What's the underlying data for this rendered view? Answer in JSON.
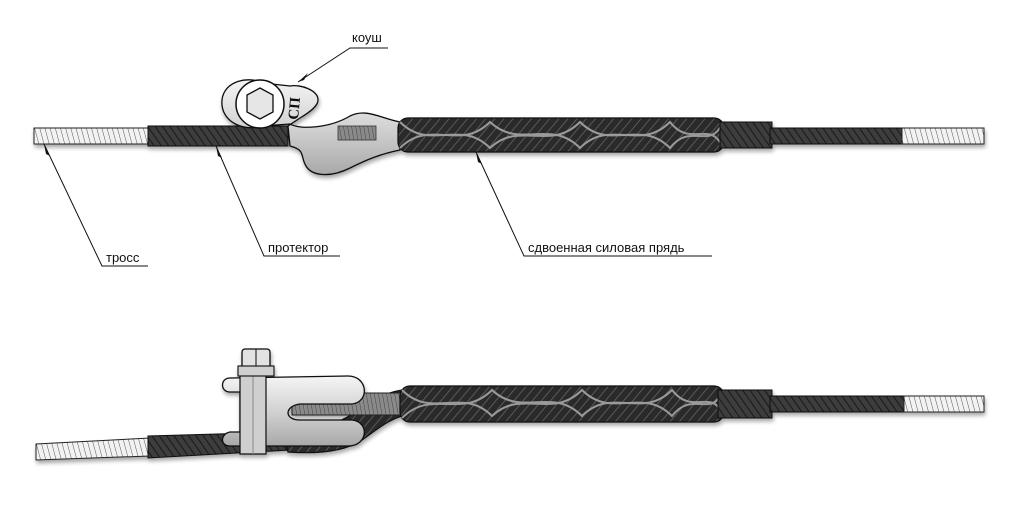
{
  "labels": {
    "thimble": "коуш",
    "cable": "тросс",
    "protector": "протектор",
    "double_strand": "сдвоенная силовая прядь"
  },
  "thimble_marking": "СП",
  "colors": {
    "ink": "#111111",
    "strand_dark": "#3a3a3a",
    "strand_mid": "#6b6b6b",
    "metal_light": "#d9d9d9",
    "paper": "#ffffff"
  },
  "icons": {
    "thimble": "thimble-eye-icon",
    "shackle": "shackle-bolt-icon",
    "nut": "hex-nut-icon"
  }
}
